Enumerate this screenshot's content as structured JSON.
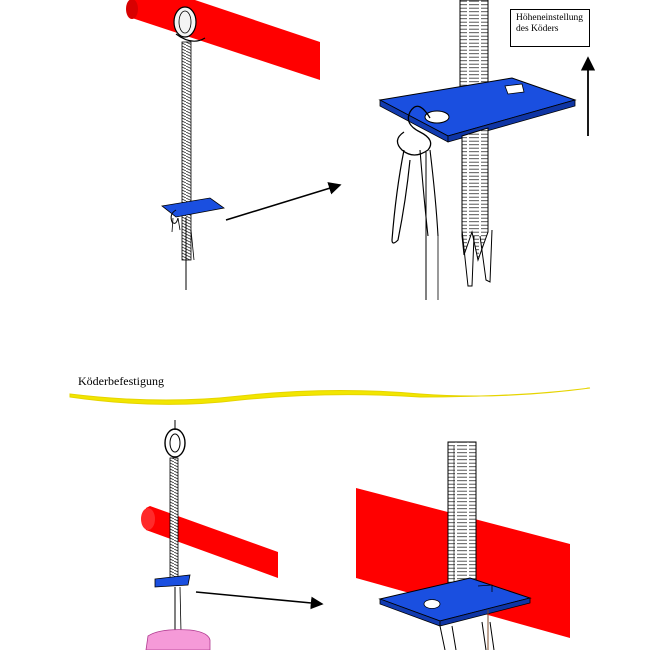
{
  "callout": {
    "line1": "Höheneinstellung",
    "line2": "des  Köders"
  },
  "section_title": "Köderbefestigung",
  "colors": {
    "rail": "#ff0000",
    "plate": "#1a4fe0",
    "bait": "#f59ad8",
    "wave": "#f2e600",
    "outline": "#000000"
  },
  "icons": [
    "screw-rod",
    "adjustment-plate",
    "fishing-line",
    "bait-block",
    "pointer-arrow"
  ]
}
